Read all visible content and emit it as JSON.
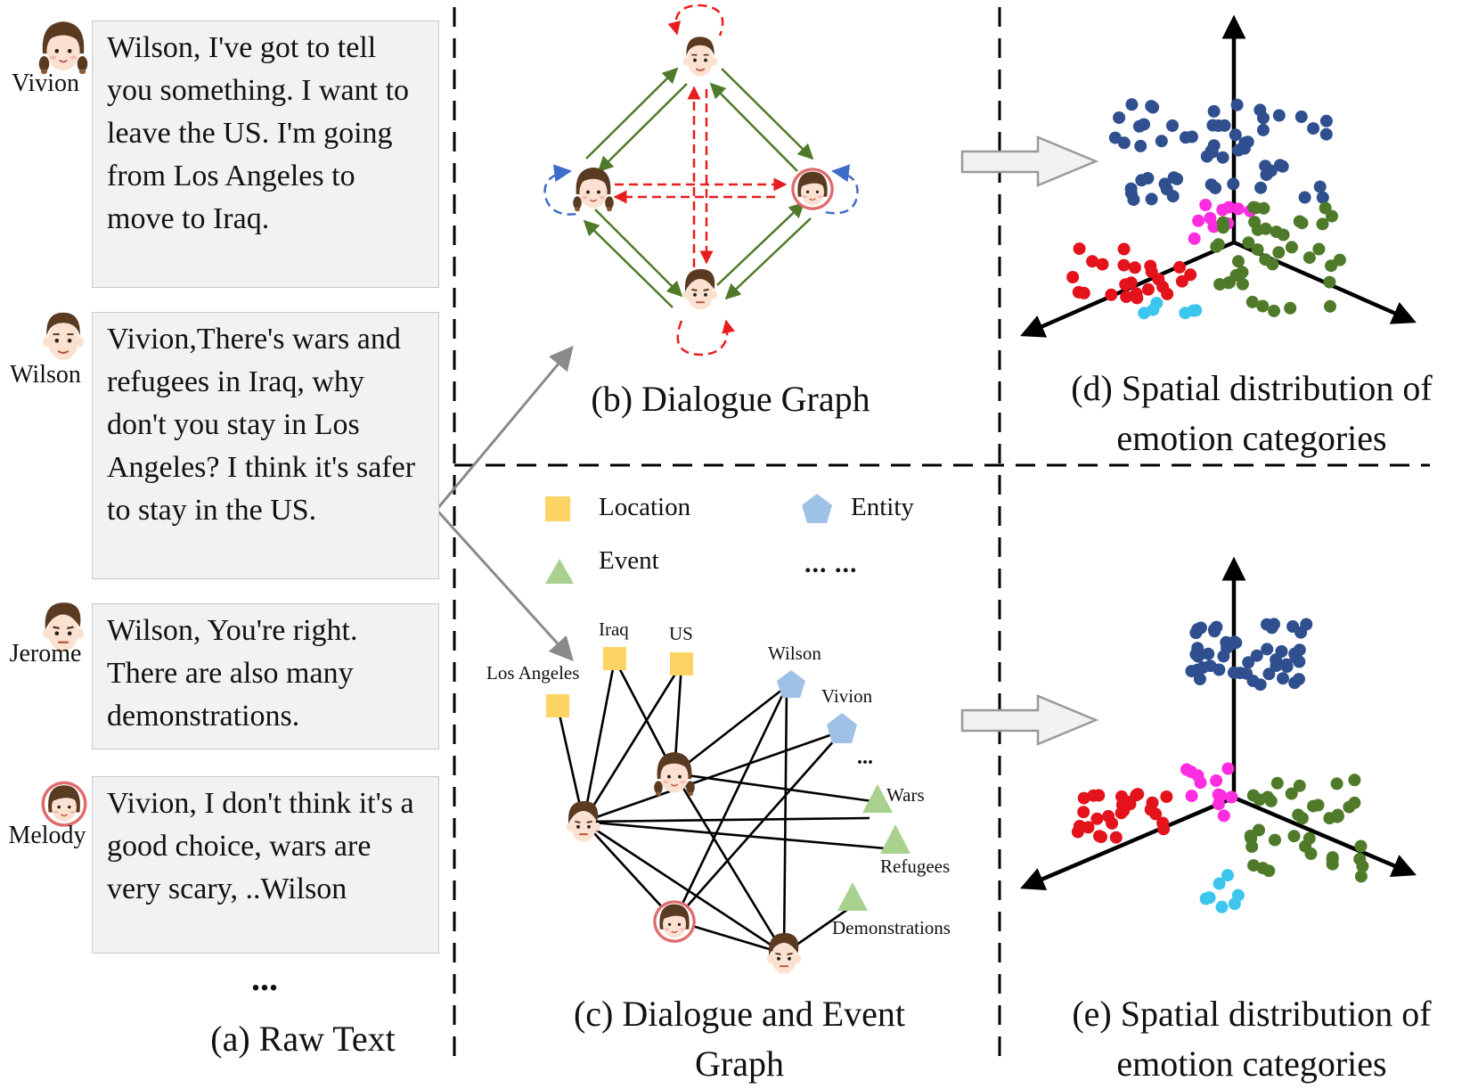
{
  "messages": [
    {
      "speaker": "Vivion",
      "text": "Wilson, I've got to tell you something.  I want to leave the US. I'm going from Los Angeles to move to Iraq."
    },
    {
      "speaker": "Wilson",
      "text": "Vivion,There's wars and refugees in Iraq, why don't you stay in Los Angeles? I think it's safer to stay in the US."
    },
    {
      "speaker": "Jerome",
      "text": "Wilson, You're right. There are also many demonstrations."
    },
    {
      "speaker": "Melody",
      "text": "Vivion, I don't think it's a good choice, wars are very scary, ..Wilson"
    }
  ],
  "ellipsis": "...",
  "captions": {
    "a": "(a) Raw Text",
    "b": "(b) Dialogue Graph",
    "c": "(c) Dialogue and Event Graph",
    "d": "(d) Spatial distribution of emotion categories",
    "e": "(e) Spatial distribution of emotion categories"
  },
  "legend": {
    "location": "Location",
    "entity": "Entity",
    "event": "Event",
    "more": "... ..."
  },
  "graph_nodes": {
    "iraq": "Iraq",
    "us": "US",
    "los_angeles": "Los Angeles",
    "wilson": "Wilson",
    "vivion": "Vivion",
    "more": "...",
    "wars": "Wars",
    "refugees": "Refugees",
    "demonstrations": "Demonstrations"
  },
  "colors": {
    "blue": "#2f4f8f",
    "magenta": "#ff2ce0",
    "red": "#e3121b",
    "green": "#4f7a2a",
    "cyan": "#3cc6ee",
    "location": "#fdd463",
    "entity": "#9fc1e6",
    "event": "#a9d18e",
    "dialogue_green": "#4f7a2a",
    "dialogue_red": "#e81d1d",
    "dialogue_blue": "#3d6cc9",
    "bubble_bg": "#f2f2f2"
  },
  "icons": [
    "female-braids-avatar",
    "male-avatar",
    "male-avatar-2",
    "female-ring-avatar",
    "hollow-arrow-icon"
  ]
}
